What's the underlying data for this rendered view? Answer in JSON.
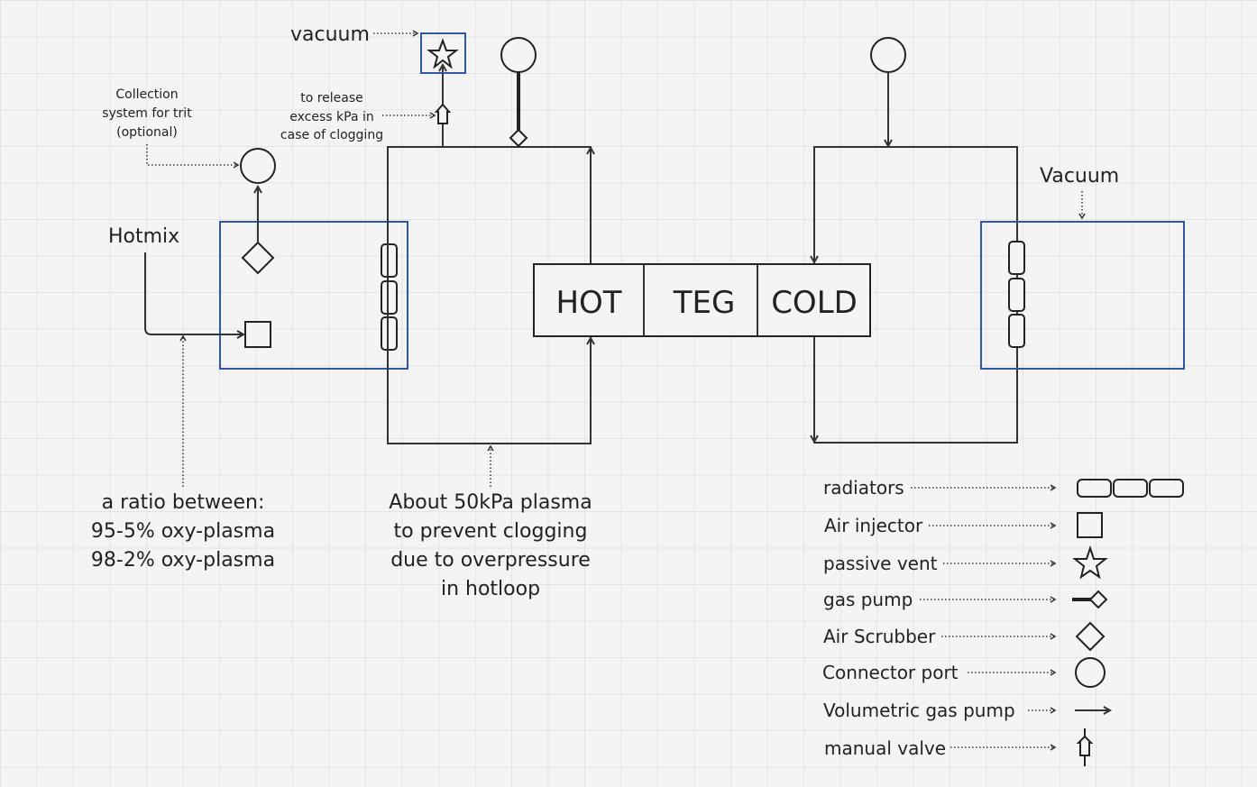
{
  "teg": {
    "hot": "HOT",
    "teg": "TEG",
    "cold": "COLD"
  },
  "labels": {
    "vacuum_top": "vacuum",
    "vacuum_right": "Vacuum",
    "hotmix": "Hotmix",
    "collection": [
      "Collection",
      "system for trit",
      "(optional)"
    ],
    "release": [
      "to release",
      "excess kPa in",
      "case of clogging"
    ],
    "ratio": [
      "a ratio between:",
      "95-5% oxy-plasma",
      "98-2% oxy-plasma"
    ],
    "plasma": [
      "About 50kPa plasma",
      "to prevent clogging",
      "due to overpressure",
      "in hotloop"
    ]
  },
  "legend": [
    {
      "label": "radiators",
      "icon": "radiators-icon"
    },
    {
      "label": "Air injector",
      "icon": "square-icon"
    },
    {
      "label": "passive vent",
      "icon": "star-icon"
    },
    {
      "label": "gas pump",
      "icon": "gas-pump-icon"
    },
    {
      "label": "Air Scrubber",
      "icon": "diamond-icon"
    },
    {
      "label": "Connector port",
      "icon": "circle-icon"
    },
    {
      "label": "Volumetric gas pump",
      "icon": "arrow-icon"
    },
    {
      "label": "manual valve",
      "icon": "valve-icon"
    }
  ]
}
